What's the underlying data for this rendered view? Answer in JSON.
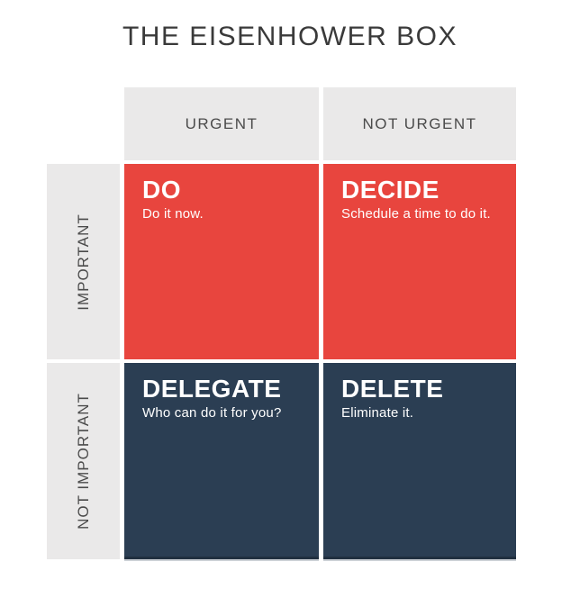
{
  "title": "THE EISENHOWER BOX",
  "columns": [
    {
      "label": "URGENT"
    },
    {
      "label": "NOT URGENT"
    }
  ],
  "rows": [
    {
      "label": "IMPORTANT"
    },
    {
      "label": "NOT IMPORTANT"
    }
  ],
  "quadrants": [
    {
      "title": "DO",
      "subtitle": "Do it now.",
      "color": "#E8453E"
    },
    {
      "title": "DECIDE",
      "subtitle": "Schedule a time to do it.",
      "color": "#E8453E"
    },
    {
      "title": "DELEGATE",
      "subtitle": "Who can do it for you?",
      "color": "#2B3E53"
    },
    {
      "title": "DELETE",
      "subtitle": "Eliminate it.",
      "color": "#2B3E53"
    }
  ],
  "colors": {
    "red": "#E8453E",
    "navy": "#2B3E53",
    "header_bg": "#EAE9E9",
    "label_text": "#4B4B4B",
    "title_text": "#3A3A3A",
    "quadrant_text": "#FFFFFF",
    "background": "#FFFFFF"
  }
}
